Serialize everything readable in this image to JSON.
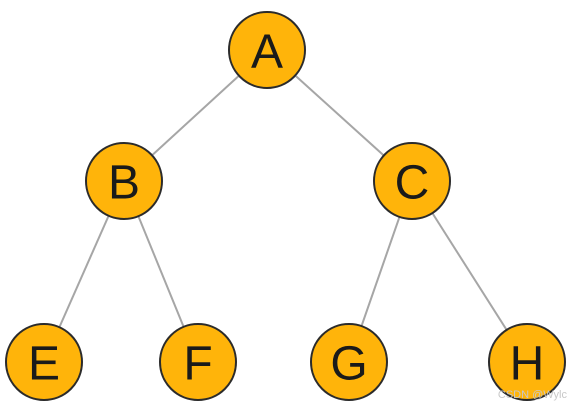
{
  "tree": {
    "node_color": "#ffb40a",
    "edge_color": "#a6a6a6",
    "nodes": [
      {
        "id": "A",
        "label": "A"
      },
      {
        "id": "B",
        "label": "B"
      },
      {
        "id": "C",
        "label": "C"
      },
      {
        "id": "E",
        "label": "E"
      },
      {
        "id": "F",
        "label": "F"
      },
      {
        "id": "G",
        "label": "G"
      },
      {
        "id": "H",
        "label": "H"
      }
    ],
    "edges": [
      {
        "from": "A",
        "to": "B"
      },
      {
        "from": "A",
        "to": "C"
      },
      {
        "from": "B",
        "to": "E"
      },
      {
        "from": "B",
        "to": "F"
      },
      {
        "from": "C",
        "to": "G"
      },
      {
        "from": "C",
        "to": "H"
      }
    ]
  },
  "watermark": "CSDN @Wylc"
}
